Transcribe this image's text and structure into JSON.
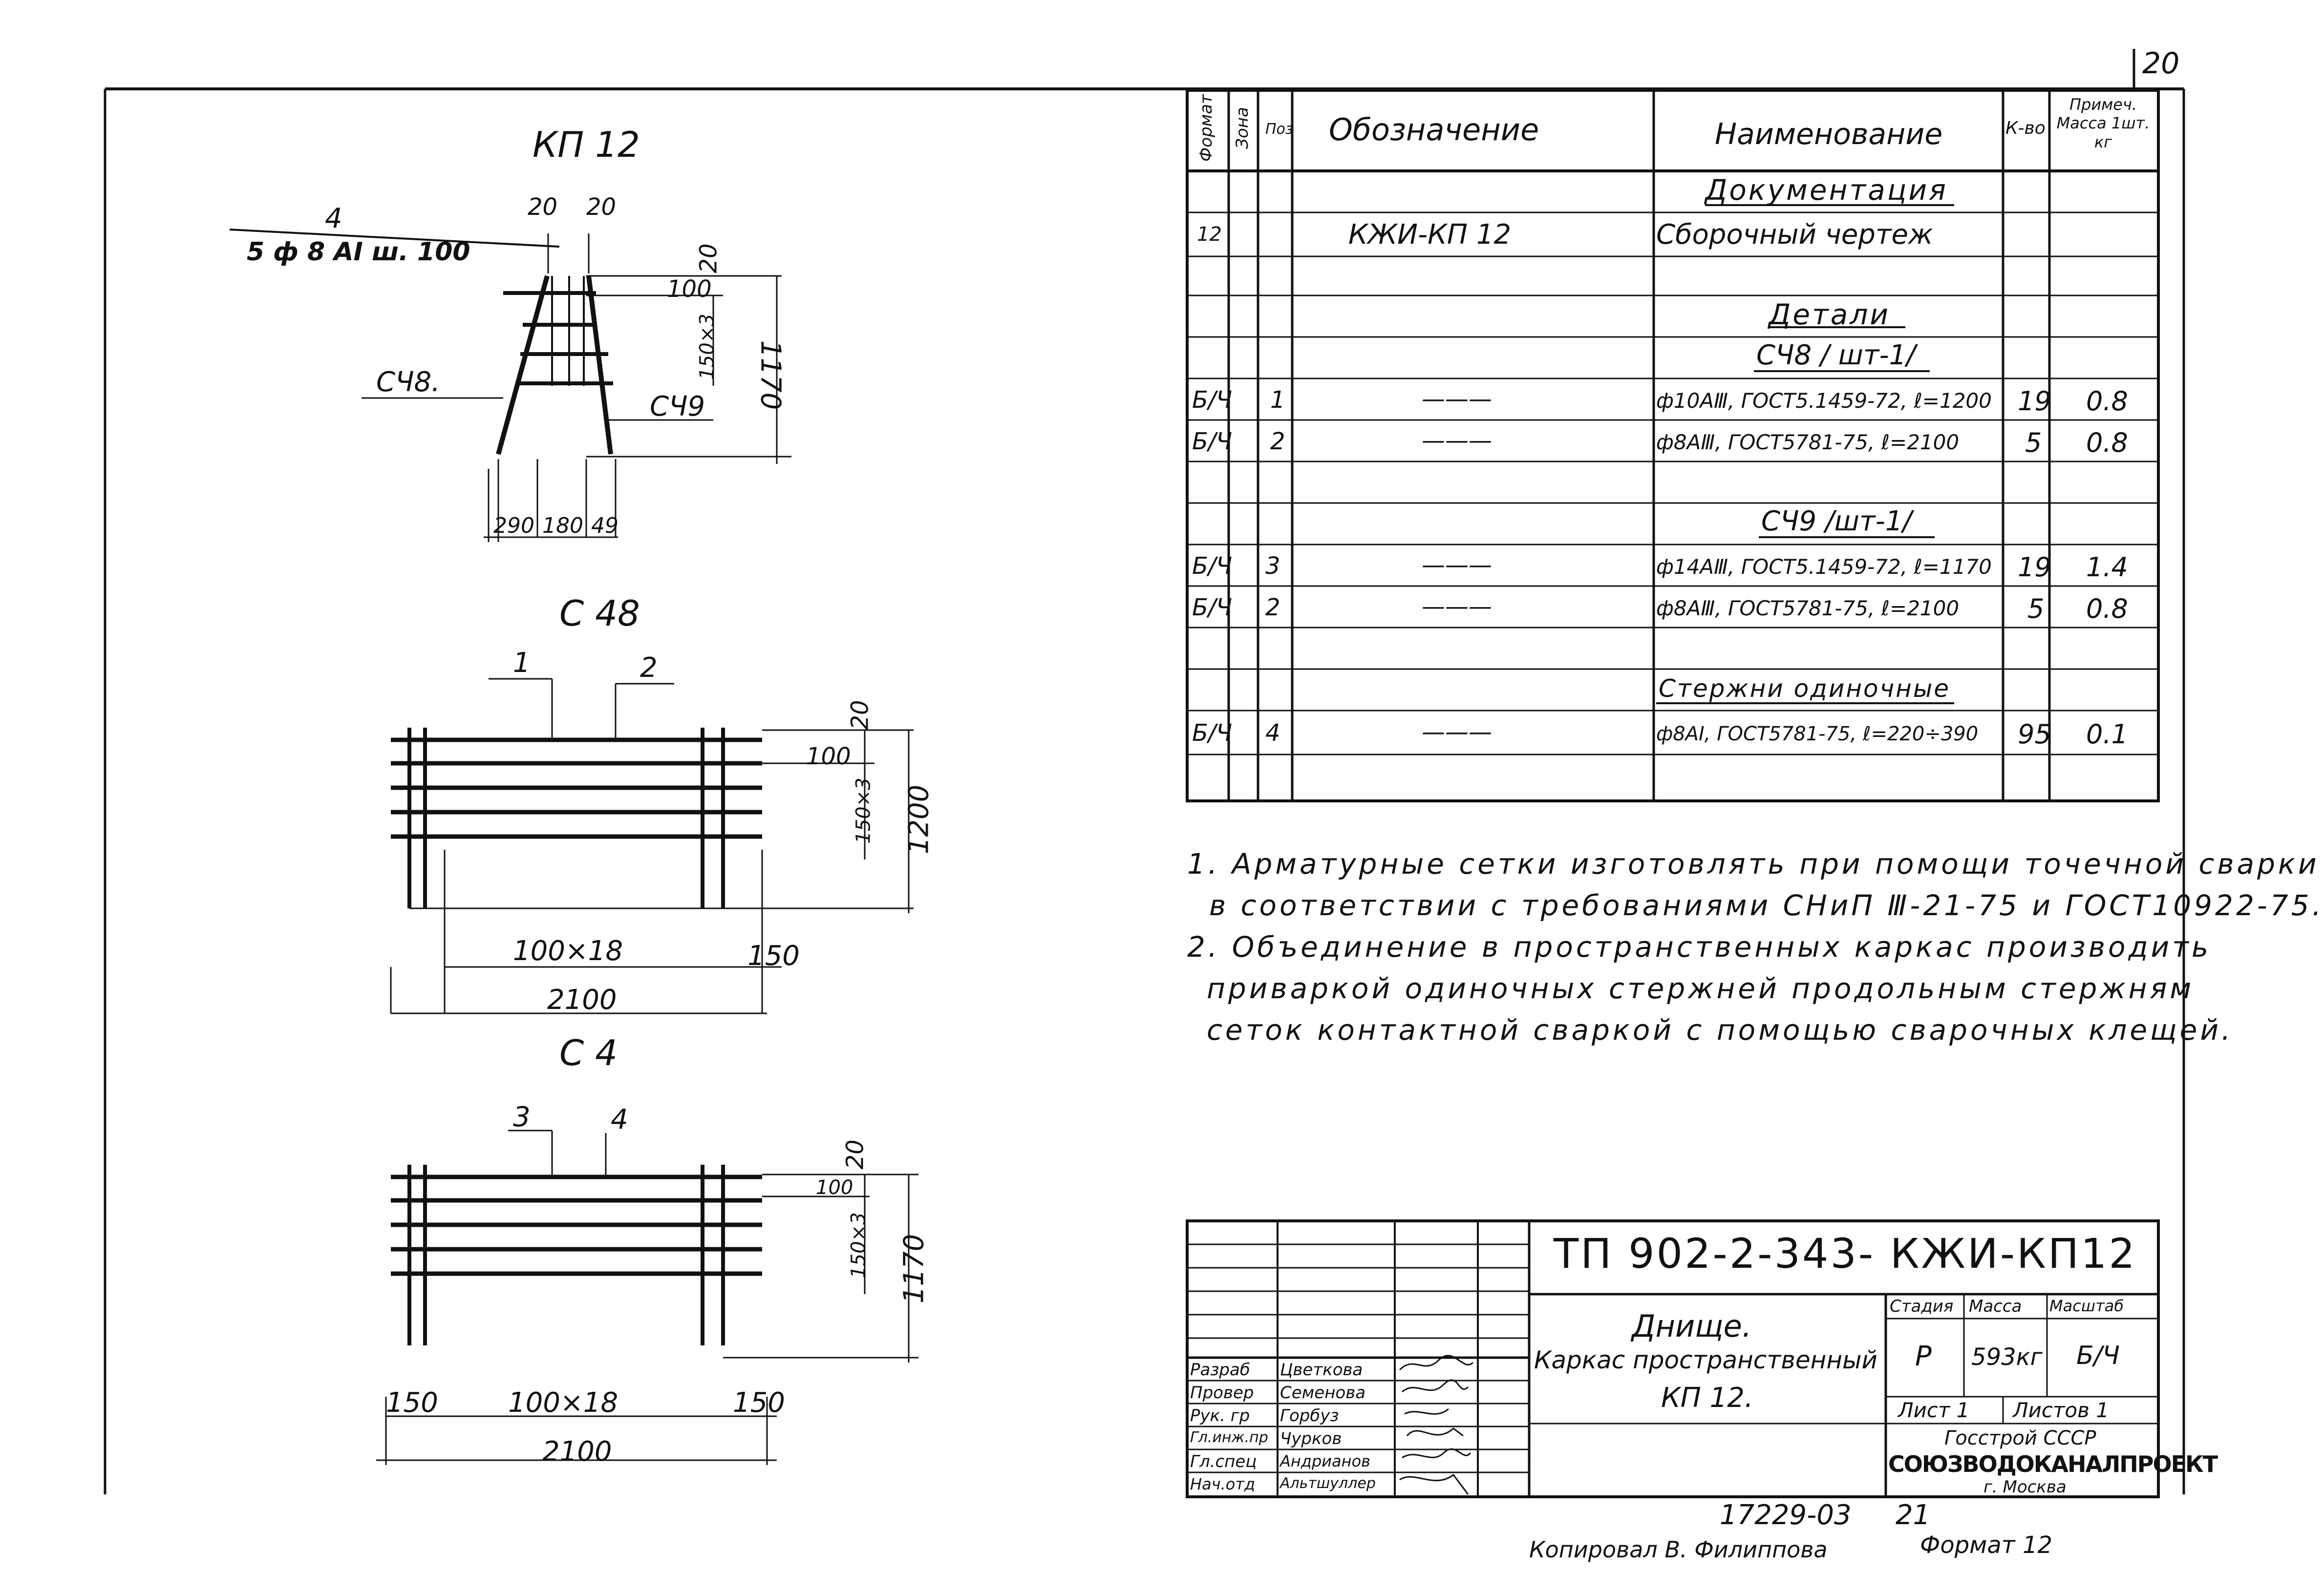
{
  "page_number": "20",
  "sketches": {
    "kp12": {
      "title": "КП 12",
      "mark_no": "4",
      "bars_note": "5 ф 8 AI ш. 100",
      "left_mesh": "СЧ8.",
      "right_mesh": "СЧ9",
      "dim_top_20a": "20",
      "dim_top_20b": "20",
      "dim_20": "20",
      "dim_100": "100",
      "dim_150x3": "150×3",
      "dim_1170": "1170",
      "dim_290": "290",
      "dim_180": "180",
      "dim_49": "49"
    },
    "c48": {
      "title": "С 48",
      "pos1": "1",
      "pos2": "2",
      "dim_20": "20",
      "dim_100": "100",
      "dim_150x3": "150×3",
      "dim_1200": "1200",
      "dim_100x18": "100×18",
      "dim_150": "150",
      "dim_2100": "2100"
    },
    "c4": {
      "title": "С 4",
      "pos3": "3",
      "pos4": "4",
      "dim_20": "20",
      "dim_100": "100",
      "dim_150x3": "150×3",
      "dim_1170": "1170",
      "dim_150_left": "150",
      "dim_100x18": "100×18",
      "dim_150_right": "150",
      "dim_2100": "2100"
    }
  },
  "spec_table": {
    "headers": {
      "format": "Формат",
      "zone": "Зона",
      "pos": "Поз",
      "designation": "Обозначение",
      "name": "Наименование",
      "qty": "К-во",
      "mass": "Примеч. Масса 1шт. кг"
    },
    "rows": [
      {
        "format": "",
        "zone": "",
        "pos": "",
        "designation": "",
        "name": "Документация",
        "qty": "",
        "mass": ""
      },
      {
        "format": "12",
        "zone": "",
        "pos": "",
        "designation": "КЖИ-КП 12",
        "name": "Сборочный чертеж",
        "qty": "",
        "mass": ""
      },
      {
        "format": "",
        "zone": "",
        "pos": "",
        "designation": "",
        "name": "",
        "qty": "",
        "mass": ""
      },
      {
        "format": "",
        "zone": "",
        "pos": "",
        "designation": "",
        "name": "Детали",
        "qty": "",
        "mass": ""
      },
      {
        "format": "",
        "zone": "",
        "pos": "",
        "designation": "",
        "name": "СЧ8 / шт-1/",
        "qty": "",
        "mass": ""
      },
      {
        "format": "Б/Ч",
        "zone": "",
        "pos": "1",
        "designation": "———",
        "name": "ф10AⅢ, ГОСТ5.1459-72, ℓ=1200",
        "qty": "19",
        "mass": "0.8"
      },
      {
        "format": "Б/Ч",
        "zone": "",
        "pos": "2",
        "designation": "———",
        "name": "ф8AⅢ, ГОСТ5781-75, ℓ=2100",
        "qty": "5",
        "mass": "0.8"
      },
      {
        "format": "",
        "zone": "",
        "pos": "",
        "designation": "",
        "name": "",
        "qty": "",
        "mass": ""
      },
      {
        "format": "",
        "zone": "",
        "pos": "",
        "designation": "",
        "name": "СЧ9 /шт-1/",
        "qty": "",
        "mass": ""
      },
      {
        "format": "Б/Ч",
        "zone": "",
        "pos": "3",
        "designation": "———",
        "name": "ф14AⅢ, ГОСТ5.1459-72, ℓ=1170",
        "qty": "19",
        "mass": "1.4"
      },
      {
        "format": "Б/Ч",
        "zone": "",
        "pos": "2",
        "designation": "———",
        "name": "ф8AⅢ, ГОСТ5781-75, ℓ=2100",
        "qty": "5",
        "mass": "0.8"
      },
      {
        "format": "",
        "zone": "",
        "pos": "",
        "designation": "",
        "name": "",
        "qty": "",
        "mass": ""
      },
      {
        "format": "",
        "zone": "",
        "pos": "",
        "designation": "",
        "name": "Стержни одиночные",
        "qty": "",
        "mass": ""
      },
      {
        "format": "Б/Ч",
        "zone": "",
        "pos": "4",
        "designation": "———",
        "name": "ф8AI, ГОСТ5781-75, ℓ=220÷390",
        "qty": "95",
        "mass": "0.1"
      },
      {
        "format": "",
        "zone": "",
        "pos": "",
        "designation": "",
        "name": "",
        "qty": "",
        "mass": ""
      }
    ]
  },
  "notes": [
    "1. Арматурные сетки изготовлять при помощи точечной сварки",
    "в соответствии с требованиями СНиП Ⅲ-21-75 и ГОСТ10922-75.",
    "2. Объединение в пространственных каркас производить",
    "приваркой одиночных стержней продольным стержням",
    "сеток контактной сваркой с помощью сварочных клещей."
  ],
  "title_block": {
    "doc_code": "ТП 902-2-343- КЖИ-КП12",
    "title_line1": "Днище.",
    "title_line2": "Каркас пространственный",
    "title_line3": "КП 12.",
    "stage_h": "Стадия",
    "mass_h": "Масса",
    "scale_h": "Масштаб",
    "stage": "Р",
    "mass": "593кг",
    "scale": "Б/Ч",
    "sheet": "Лист 1",
    "sheets": "Листов 1",
    "org1": "Госстрой СССР",
    "org2": "СОЮЗВОДОКАНАЛПРОЕКТ",
    "org3": "г. Москва",
    "staff": [
      {
        "role": "Разраб",
        "name": "Цветкова"
      },
      {
        "role": "Провер",
        "name": "Семенова"
      },
      {
        "role": "Рук. гр",
        "name": "Горбуз"
      },
      {
        "role": "Гл.инж.пр",
        "name": "Чурков"
      },
      {
        "role": "Гл.спец",
        "name": "Андрианов"
      },
      {
        "role": "Нач.отд",
        "name": "Альтшуллер"
      }
    ]
  },
  "footer": {
    "archive_no": "17229-03",
    "sheet_no": "21",
    "copied": "Копировал В. Филиппова",
    "format": "Формат 12"
  }
}
